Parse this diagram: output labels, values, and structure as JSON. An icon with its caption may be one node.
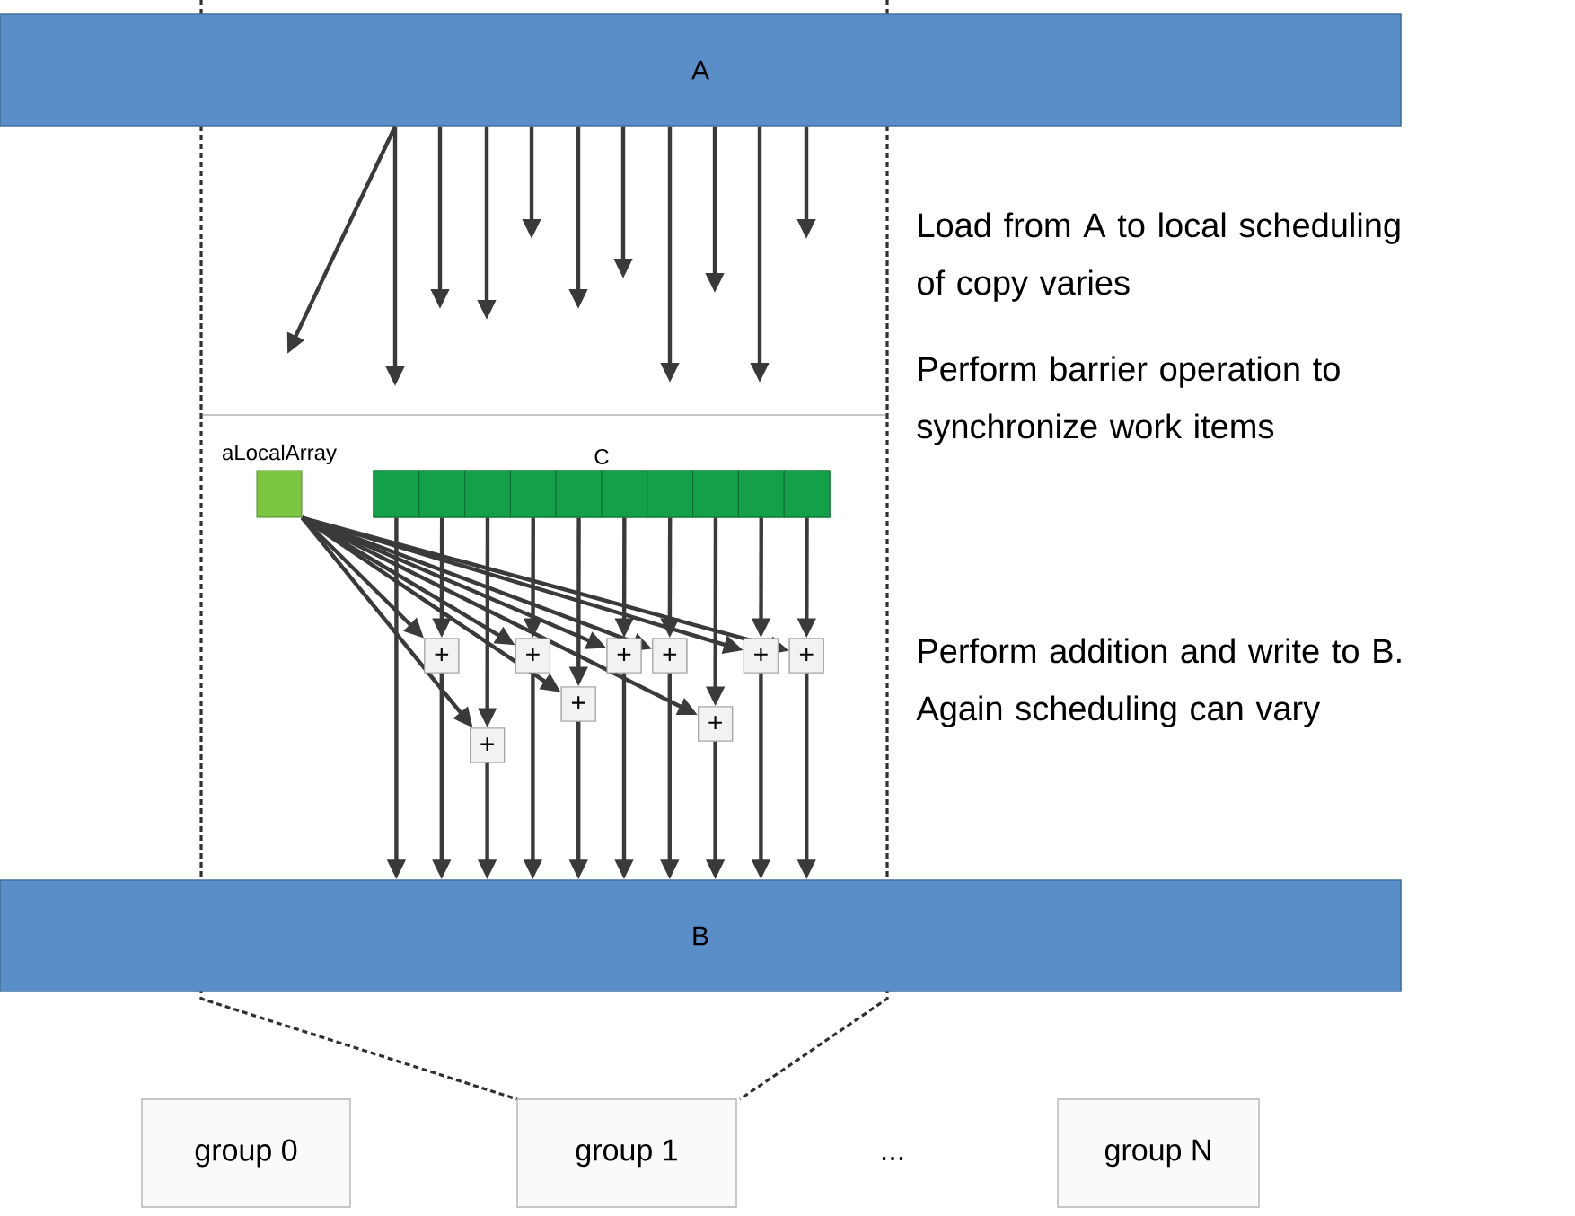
{
  "diagram": {
    "nodes": [
      {
        "text": [
          "A"
        ]
      },
      {
        "text": [
          "aLocalArray"
        ]
      },
      {
        "text": [
          "C"
        ]
      },
      {
        "text": [],
        "shape": "box",
        "in": 2
      },
      {
        "text": [],
        "shape": "box",
        "in": 2
      },
      {
        "text": [],
        "shape": "box",
        "in": 2
      },
      {
        "text": [],
        "shape": "box",
        "in": 2
      },
      {
        "text": [],
        "shape": "box",
        "in": 2
      },
      {
        "text": [],
        "shape": "box",
        "in": 2
      },
      {
        "text": [],
        "shape": "box",
        "in": 2
      },
      {
        "text": [],
        "shape": "box",
        "in": 2
      },
      {
        "text": [],
        "shape": "box",
        "in": 2
      },
      {
        "text": [],
        "shape": "box",
        "in": 2
      },
      {
        "text": [
          "+"
        ]
      },
      {
        "text": [
          "+"
        ]
      },
      {
        "text": [
          "+"
        ]
      },
      {
        "text": [
          "+"
        ]
      },
      {
        "text": [
          "+"
        ]
      },
      {
        "text": [
          "+"
        ]
      },
      {
        "text": [
          "+"
        ]
      },
      {
        "text": [
          "+"
        ]
      },
      {
        "text": [
          "+"
        ]
      },
      {
        "text": [
          "B"
        ]
      },
      {
        "text": [
          "group 0"
        ]
      },
      {
        "text": [
          "group 1"
        ]
      },
      {
        "text": [
          "group N"
        ]
      }
    ],
    "edges": [
      {
        "from": 0,
        "to": null,
        "arrow": "to"
      },
      {
        "from": 0,
        "to": null,
        "arrow": "to"
      },
      {
        "from": 0,
        "to": null,
        "arrow": "to"
      },
      {
        "from": 0,
        "to": null,
        "arrow": "to"
      },
      {
        "from": 0,
        "to": null,
        "arrow": "to"
      },
      {
        "from": 0,
        "to": null,
        "arrow": "to"
      },
      {
        "from": 0,
        "to": null,
        "arrow": "to"
      },
      {
        "from": 0,
        "to": null,
        "arrow": "to"
      },
      {
        "from": 0,
        "to": null,
        "arrow": "to"
      },
      {
        "from": 0,
        "to": null,
        "arrow": "to"
      },
      {
        "from": 0,
        "to": null,
        "arrow": "to"
      },
      {
        "from": 1,
        "to": 13,
        "arrow": "to"
      },
      {
        "from": 1,
        "to": 14,
        "arrow": "to"
      },
      {
        "from": 1,
        "to": 15,
        "arrow": "to"
      },
      {
        "from": 1,
        "to": 16,
        "arrow": "to"
      },
      {
        "from": 1,
        "to": 17,
        "arrow": "to"
      },
      {
        "from": 1,
        "to": 18,
        "arrow": "to"
      },
      {
        "from": 1,
        "to": 19,
        "arrow": "to"
      },
      {
        "from": 1,
        "to": 20,
        "arrow": "to"
      },
      {
        "from": 1,
        "to": 21,
        "arrow": "to"
      },
      {
        "from": 4,
        "to": 13,
        "arrow": "to"
      },
      {
        "from": 5,
        "to": 14,
        "arrow": "to"
      },
      {
        "from": 6,
        "to": 15,
        "arrow": "to"
      },
      {
        "from": 7,
        "to": 16,
        "arrow": "to"
      },
      {
        "from": 8,
        "to": 17,
        "arrow": "to"
      },
      {
        "from": 9,
        "to": 18,
        "arrow": "to"
      },
      {
        "from": 10,
        "to": 19,
        "arrow": "to"
      },
      {
        "from": 11,
        "to": 20,
        "arrow": "to"
      },
      {
        "from": 12,
        "to": 21,
        "arrow": "to"
      },
      {
        "from": 3,
        "to": 22,
        "arrow": "to"
      },
      {
        "from": 13,
        "to": 22,
        "arrow": "to"
      },
      {
        "from": 14,
        "to": 22,
        "arrow": "to"
      },
      {
        "from": 15,
        "to": 22,
        "arrow": "to"
      },
      {
        "from": 16,
        "to": 22,
        "arrow": "to"
      },
      {
        "from": 17,
        "to": 22,
        "arrow": "to"
      },
      {
        "from": 18,
        "to": 22,
        "arrow": "to"
      },
      {
        "from": 19,
        "to": 22,
        "arrow": "to"
      },
      {
        "from": 20,
        "to": 22,
        "arrow": "to"
      },
      {
        "from": 21,
        "to": 22,
        "arrow": "to"
      }
    ],
    "labels": [
      "Load from A to local scheduling of copy varies",
      "Perform barrier operation to synchronize work items",
      "Perform addition and write to B. Again scheduling can vary",
      "..."
    ]
  }
}
